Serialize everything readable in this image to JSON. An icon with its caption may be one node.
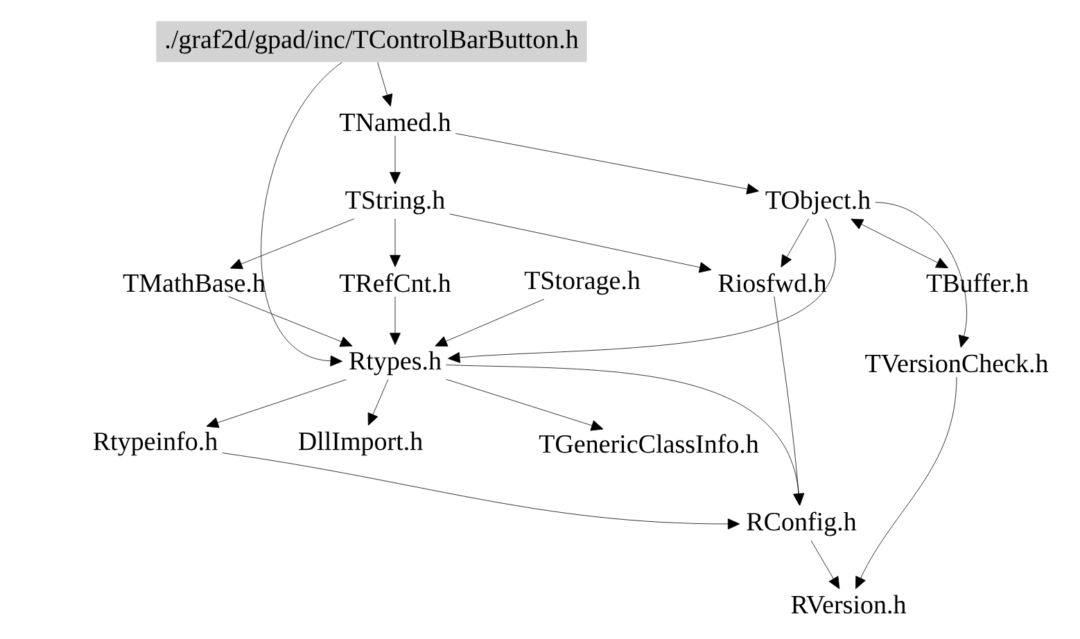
{
  "diagram": {
    "nodes": [
      {
        "text": [
          "./graf2d/gpad/inc/TControlBarButton.h"
        ]
      },
      {
        "text": [
          "TNamed.h"
        ]
      },
      {
        "text": [
          "TString.h"
        ]
      },
      {
        "text": [
          "TObject.h"
        ]
      },
      {
        "text": [
          "TMathBase.h"
        ]
      },
      {
        "text": [
          "TRefCnt.h"
        ]
      },
      {
        "text": [
          "TStorage.h"
        ]
      },
      {
        "text": [
          "Riosfwd.h"
        ]
      },
      {
        "text": [
          "TBuffer.h"
        ]
      },
      {
        "text": [
          "Rtypes.h"
        ]
      },
      {
        "text": [
          "TVersionCheck.h"
        ]
      },
      {
        "text": [
          "Rtypeinfo.h"
        ]
      },
      {
        "text": [
          "DllImport.h"
        ]
      },
      {
        "text": [
          "TGenericClassInfo.h"
        ]
      },
      {
        "text": [
          "RConfig.h"
        ]
      },
      {
        "text": [
          "RVersion.h"
        ]
      }
    ],
    "edges": [
      {
        "from": 0,
        "to": 1,
        "arrow": "to"
      },
      {
        "from": 0,
        "to": 9,
        "arrow": "to"
      },
      {
        "from": 1,
        "to": 2,
        "arrow": "to"
      },
      {
        "from": 1,
        "to": 3,
        "arrow": "to"
      },
      {
        "from": 2,
        "to": 4,
        "arrow": "to"
      },
      {
        "from": 2,
        "to": 5,
        "arrow": "to"
      },
      {
        "from": 2,
        "to": 7,
        "arrow": "to"
      },
      {
        "from": 3,
        "to": 7,
        "arrow": "to"
      },
      {
        "from": 3,
        "to": 8,
        "arrow": "both"
      },
      {
        "from": 3,
        "to": 9,
        "arrow": "to"
      },
      {
        "from": 3,
        "to": 10,
        "arrow": "to"
      },
      {
        "from": 4,
        "to": 9,
        "arrow": "to"
      },
      {
        "from": 5,
        "to": 9,
        "arrow": "to"
      },
      {
        "from": 6,
        "to": 9,
        "arrow": "to"
      },
      {
        "from": 7,
        "to": 14,
        "arrow": "to"
      },
      {
        "from": 9,
        "to": 11,
        "arrow": "to"
      },
      {
        "from": 9,
        "to": 12,
        "arrow": "to"
      },
      {
        "from": 9,
        "to": 13,
        "arrow": "to"
      },
      {
        "from": 9,
        "to": 14,
        "arrow": "to"
      },
      {
        "from": 11,
        "to": 14,
        "arrow": "to"
      },
      {
        "from": 14,
        "to": 15,
        "arrow": "to"
      },
      {
        "from": 10,
        "to": 15,
        "arrow": "to"
      }
    ]
  }
}
